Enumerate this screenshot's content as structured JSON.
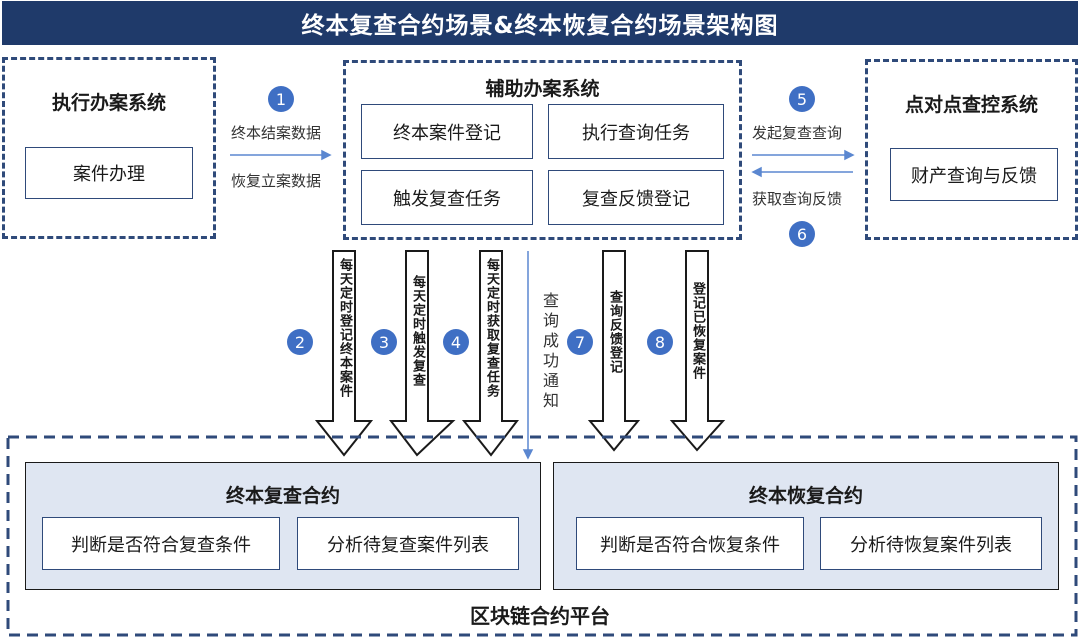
{
  "title": "终本复查合约场景&终本恢复合约场景架构图",
  "exec_system": {
    "title": "执行办案系统",
    "box": "案件办理"
  },
  "assist_system": {
    "title": "辅助办案系统",
    "boxes": [
      "终本案件登记",
      "执行查询任务",
      "触发复查任务",
      "复查反馈登记"
    ]
  },
  "p2p_system": {
    "title": "点对点查控系统",
    "box": "财产查询与反馈"
  },
  "flow_labels": {
    "end_data": "终本结案数据",
    "restore_data": "恢复立案数据",
    "initiate_query": "发起复查查询",
    "get_feedback": "获取查询反馈"
  },
  "badges": [
    "1",
    "2",
    "3",
    "4",
    "5",
    "6",
    "7",
    "8"
  ],
  "down_arrows": [
    "每天定时登记终本案件",
    "每天定时触发复查",
    "每天定时获取复查任务",
    "查询反馈登记",
    "登记已恢复案件"
  ],
  "notify": "查询成功通知",
  "review_contract": {
    "title": "终本复查合约",
    "boxes": [
      "判断是否符合复查条件",
      "分析待复查案件列表"
    ]
  },
  "restore_contract": {
    "title": "终本恢复合约",
    "boxes": [
      "判断是否符合恢复条件",
      "分析待恢复案件列表"
    ]
  },
  "platform": "区块链合约平台"
}
